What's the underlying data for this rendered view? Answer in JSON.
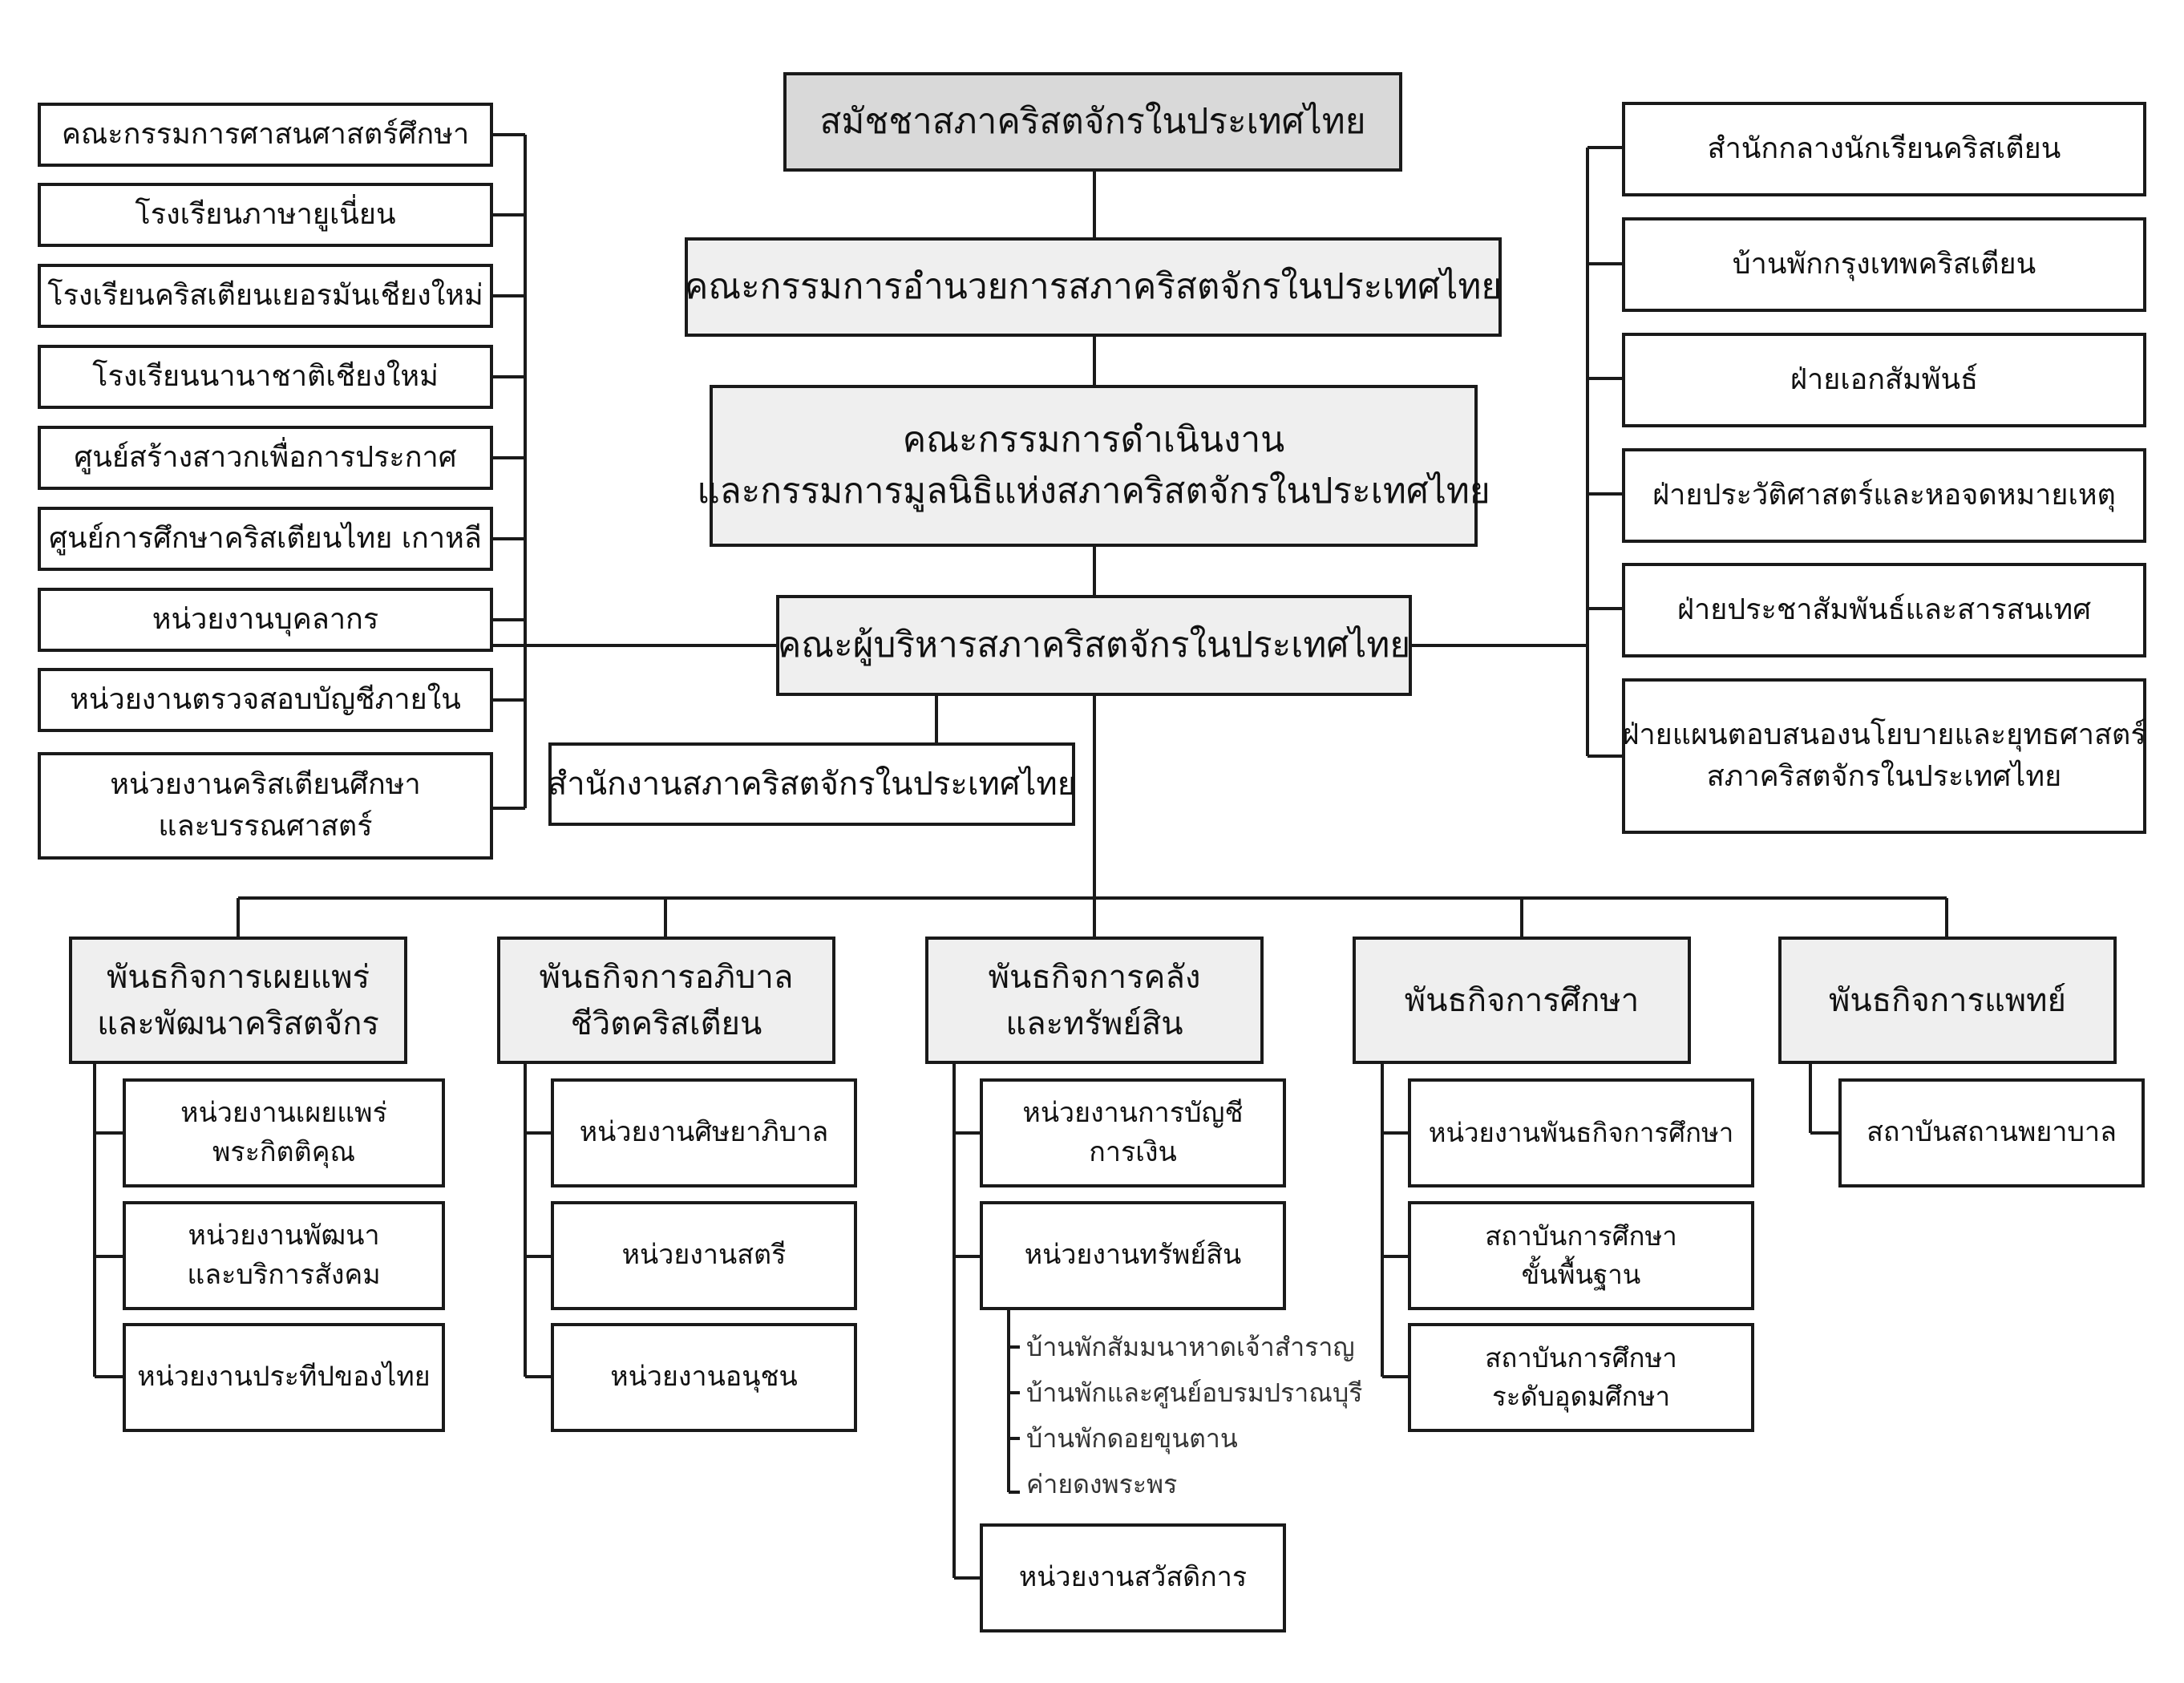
{
  "top": {
    "assembly": "สมัชชาสภาคริสตจักรในประเทศไทย",
    "board_of_directors": "คณะกรรมการอำนวยการสภาคริสตจักรในประเทศไทย",
    "executive_committee": {
      "line1": "คณะกรรมการดำเนินงาน",
      "line2": "และกรรมการมูลนิธิแห่งสภาคริสตจักรในประเทศไทย"
    },
    "administrators": "คณะผู้บริหารสภาคริสตจักรในประเทศไทย",
    "office": "สำนักงานสภาคริสตจักรในประเทศไทย"
  },
  "left_units": [
    {
      "lines": [
        "คณะกรรมการศาสนศาสตร์ศึกษา"
      ]
    },
    {
      "lines": [
        "โรงเรียนภาษายูเนี่ยน"
      ]
    },
    {
      "lines": [
        "โรงเรียนคริสเตียนเยอรมันเชียงใหม่"
      ]
    },
    {
      "lines": [
        "โรงเรียนนานาชาติเชียงใหม่"
      ]
    },
    {
      "lines": [
        "ศูนย์สร้างสาวกเพื่อการประกาศ"
      ]
    },
    {
      "lines": [
        "ศูนย์การศึกษาคริสเตียนไทย  เกาหลี"
      ]
    },
    {
      "lines": [
        "หน่วยงานบุคลากร"
      ]
    },
    {
      "lines": [
        "หน่วยงานตรวจสอบบัญชีภายใน"
      ]
    },
    {
      "lines": [
        "หน่วยงานคริสเตียนศึกษา",
        "และบรรณศาสตร์"
      ]
    }
  ],
  "right_units": [
    {
      "lines": [
        "สำนักกลางนักเรียนคริสเตียน"
      ]
    },
    {
      "lines": [
        "บ้านพักกรุงเทพคริสเตียน"
      ]
    },
    {
      "lines": [
        "ฝ่ายเอกสัมพันธ์"
      ]
    },
    {
      "lines": [
        "ฝ่ายประวัติศาสตร์และหอจดหมายเหตุ"
      ]
    },
    {
      "lines": [
        "ฝ่ายประชาสัมพันธ์และสารสนเทศ"
      ]
    },
    {
      "lines": [
        "ฝ่ายแผนตอบสนองนโยบายและยุทธศาสตร์",
        "สภาคริสตจักรในประเทศไทย"
      ]
    }
  ],
  "ministries": [
    {
      "lines": [
        "พันธกิจการเผยแพร่",
        "และพัฒนาคริสตจักร"
      ],
      "units": [
        {
          "lines": [
            "หน่วยงานเผยแพร่",
            "พระกิตติคุณ"
          ]
        },
        {
          "lines": [
            "หน่วยงานพัฒนา",
            "และบริการสังคม"
          ]
        },
        {
          "lines": [
            "หน่วยงานประทีปของไทย"
          ]
        }
      ]
    },
    {
      "lines": [
        "พันธกิจการอภิบาล",
        "ชีวิตคริสเตียน"
      ],
      "units": [
        {
          "lines": [
            "หน่วยงานศิษยาภิบาล"
          ]
        },
        {
          "lines": [
            "หน่วยงานสตรี"
          ]
        },
        {
          "lines": [
            "หน่วยงานอนุชน"
          ]
        }
      ]
    },
    {
      "lines": [
        "พันธกิจการคลัง",
        "และทรัพย์สิน"
      ],
      "units": [
        {
          "lines": [
            "หน่วยงานการบัญชี",
            "การเงิน"
          ]
        },
        {
          "lines": [
            "หน่วยงานทรัพย์สิน"
          ]
        },
        {
          "lines": [
            "หน่วยงานสวัสดิการ"
          ]
        }
      ],
      "property_subunits": [
        "บ้านพักสัมมนาหาดเจ้าสำราญ",
        "บ้านพักและศูนย์อบรมปราณบุรี",
        "บ้านพักดอยขุนตาน",
        "ค่ายดงพระพร"
      ]
    },
    {
      "lines": [
        "พันธกิจการศึกษา"
      ],
      "units": [
        {
          "lines": [
            "หน่วยงานพันธกิจการศึกษา"
          ]
        },
        {
          "lines": [
            "สถาบันการศึกษา",
            "ขั้นพื้นฐาน"
          ]
        },
        {
          "lines": [
            "สถาบันการศึกษา",
            "ระดับอุดมศึกษา"
          ]
        }
      ]
    },
    {
      "lines": [
        "พันธกิจการแพทย์"
      ],
      "units": [
        {
          "lines": [
            "สถาบันสถานพยาบาล"
          ]
        }
      ]
    }
  ]
}
